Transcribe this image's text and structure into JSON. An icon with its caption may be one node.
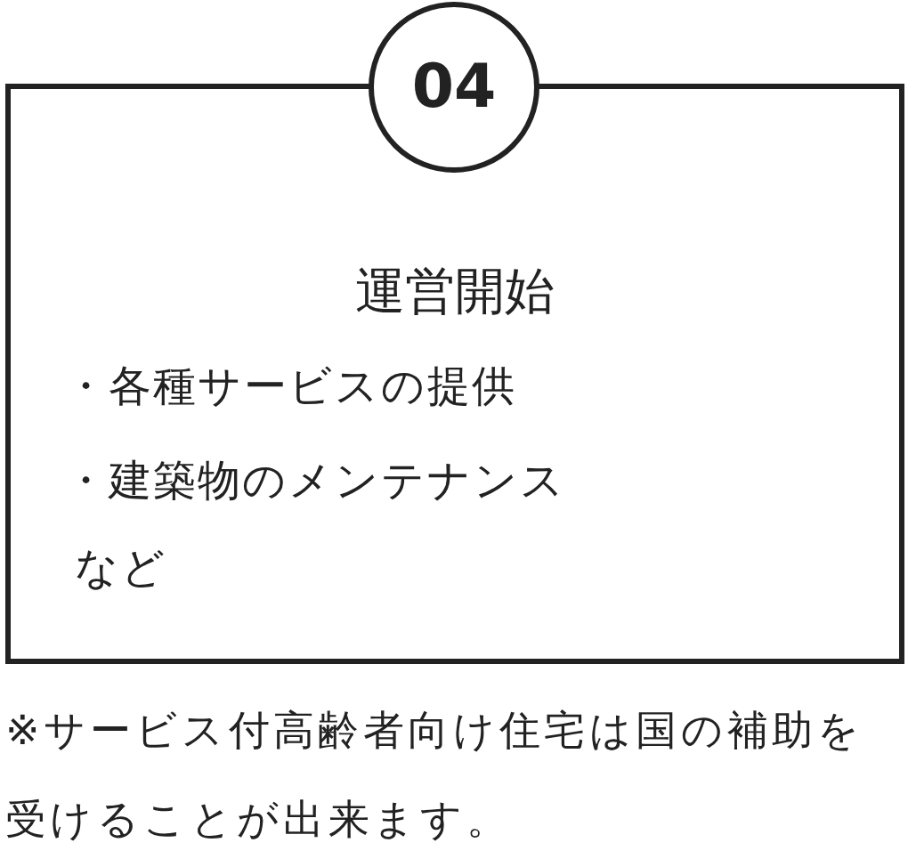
{
  "diagram": {
    "nodes": [
      {
        "text": [
          "04"
        ]
      },
      {
        "text": [
          "運営開始",
          "・各種サービスの提供",
          "・建築物のメンテナンス",
          "など"
        ]
      }
    ],
    "labels": [
      "※サービス付高齢者向け住宅は国の補助を受けることが出来ます。"
    ]
  }
}
